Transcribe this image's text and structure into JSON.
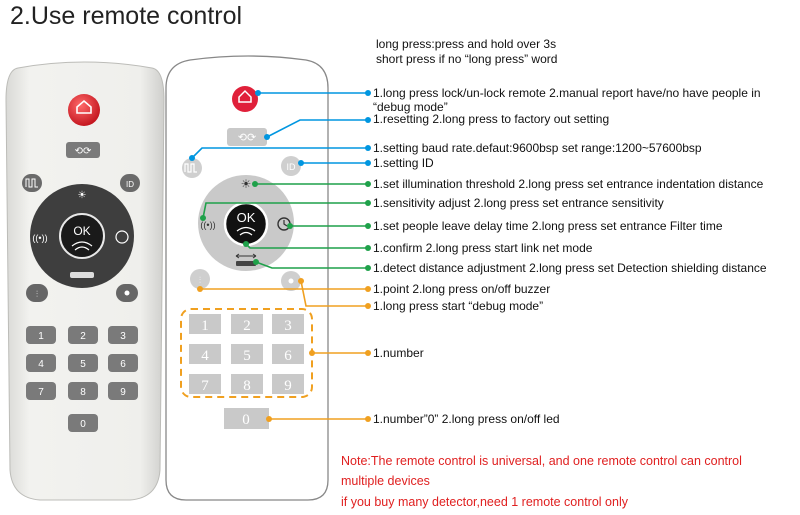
{
  "title": "2.Use remote control",
  "header": {
    "line1": "long press:press and hold over 3s",
    "line2": "short press if no “long press” word"
  },
  "buttons": {
    "id": "ID",
    "ok": "OK",
    "numbers": [
      "1",
      "2",
      "3",
      "4",
      "5",
      "6",
      "7",
      "8",
      "9"
    ],
    "zero": "0"
  },
  "callouts": [
    {
      "key": "home",
      "text": "1.long press lock/un-lock remote 2.manual report have/no have people in “debug mode”",
      "color": "#0096e0"
    },
    {
      "key": "reset",
      "text": "1.resetting 2.long press to factory out setting",
      "color": "#0096e0"
    },
    {
      "key": "pulse",
      "text": "1.setting baud rate.defaut:9600bsp  set range:1200~57600bsp",
      "color": "#0096e0"
    },
    {
      "key": "id",
      "text": "1.setting ID",
      "color": "#0096e0"
    },
    {
      "key": "sun",
      "text": "1.set illumination threshold 2.long press set entrance indentation distance",
      "color": "#1fa14a"
    },
    {
      "key": "sens",
      "text": "1.sensitivity adjust 2.long press set entrance sensitivity",
      "color": "#1fa14a"
    },
    {
      "key": "clock",
      "text": "1.set people leave delay time 2.long press set entrance Filter time",
      "color": "#1fa14a"
    },
    {
      "key": "ok",
      "text": "1.confirm 2.long press start link net mode",
      "color": "#1fa14a"
    },
    {
      "key": "dist",
      "text": "1.detect distance adjustment 2.long press set Detection shielding distance",
      "color": "#1fa14a"
    },
    {
      "key": "eq",
      "text": "1.point 2.long press on/off buzzer",
      "color": "#f0a020"
    },
    {
      "key": "dot",
      "text": "1.long press start “debug mode”",
      "color": "#f0a020"
    },
    {
      "key": "num",
      "text": "1.number",
      "color": "#f0a020"
    },
    {
      "key": "zero",
      "text": "1.number”0”  2.long press on/off led",
      "color": "#f0a020"
    }
  ],
  "note": {
    "line1": "Note:The remote control is universal, and one remote control can control",
    "line2": "multiple devices",
    "line3": "if you buy many detector,need 1 remote control only",
    "color": "#e02020"
  },
  "colors": {
    "home_button": "#e0203a",
    "ring": "#4a4a4a",
    "blue_line": "#0096e0",
    "green_line": "#1fa14a",
    "orange_line": "#f0a020"
  }
}
